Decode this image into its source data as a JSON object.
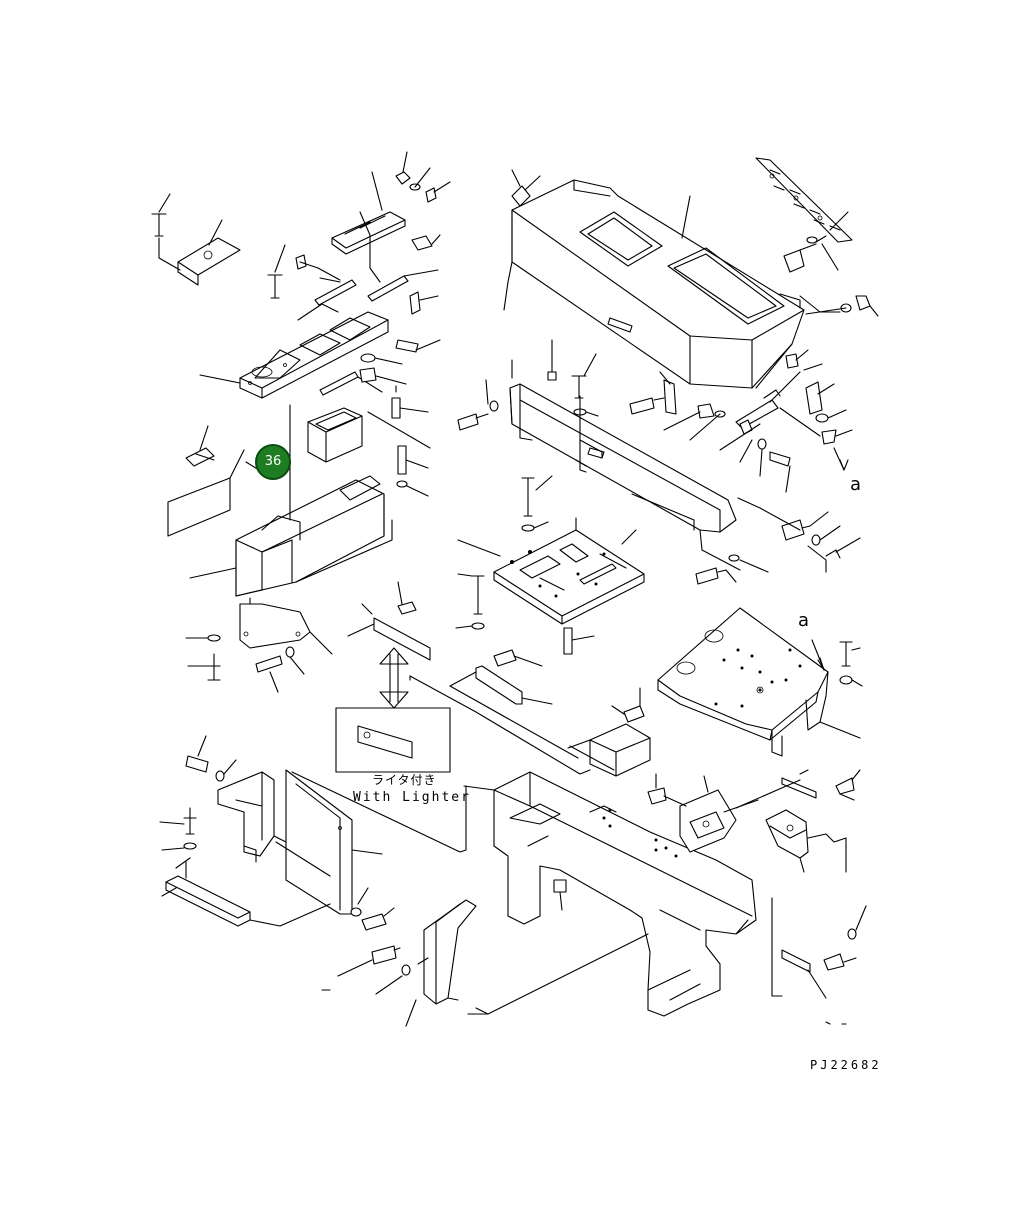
{
  "labels": {
    "lighter_japanese": "ライタ付き",
    "lighter_english": "With Lighter",
    "view_marker_top": "a",
    "view_marker_bottom": "a",
    "drawing_number": "PJ22682"
  },
  "callouts": [
    {
      "number": "36",
      "color": "#1e7d22"
    }
  ]
}
